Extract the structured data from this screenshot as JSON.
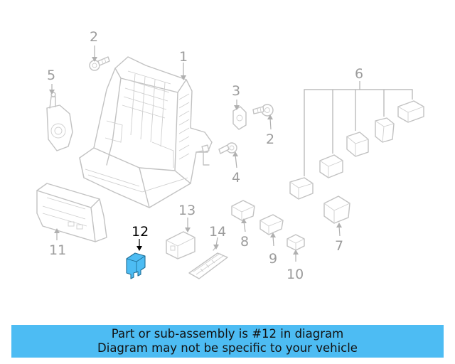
{
  "callouts": [
    "1",
    "2",
    "2",
    "3",
    "4",
    "5",
    "6",
    "7",
    "8",
    "9",
    "10",
    "11",
    "12",
    "13",
    "14"
  ],
  "highlight_color": "#4dbcf3",
  "banner": {
    "line1": "Part or sub-assembly is #12 in diagram",
    "line2": "Diagram may not be specific to your vehicle"
  }
}
